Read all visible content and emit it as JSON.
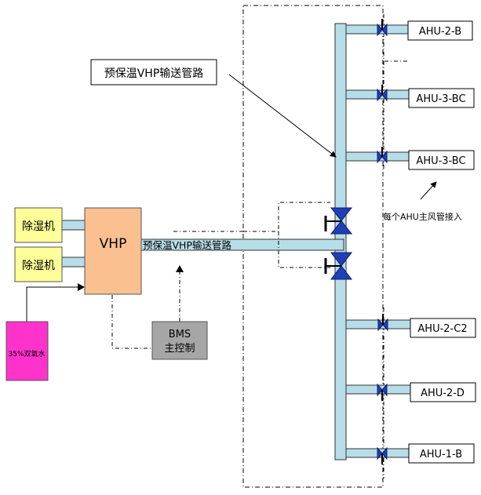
{
  "labels": {
    "main_pipe_callout": "预保温VHP输送管路",
    "pipe_inline": "预保温VHP输送管路",
    "ahu_note": "每个AHU主风管接入",
    "vhp": "VHP",
    "dehumidifier_1": "除湿机",
    "dehumidifier_2": "除湿机",
    "bms_line1": "BMS",
    "bms_line2": "主控制",
    "peroxide_tank": "35%双氧水"
  },
  "ahu_units": [
    {
      "label": "AHU-2-B"
    },
    {
      "label": "AHU-3-BC"
    },
    {
      "label": "AHU-3-BC"
    },
    {
      "label": "AHU-2-C2"
    },
    {
      "label": "AHU-2-D"
    },
    {
      "label": "AHU-1-B"
    }
  ],
  "colors": {
    "pipe": "#b7dde8",
    "valve": "#1f3fb5",
    "vhp_box": "#fac090",
    "dehumidifier": "#ffff99",
    "bms_box": "#a6a6a6",
    "tank": "#ff33cc"
  }
}
